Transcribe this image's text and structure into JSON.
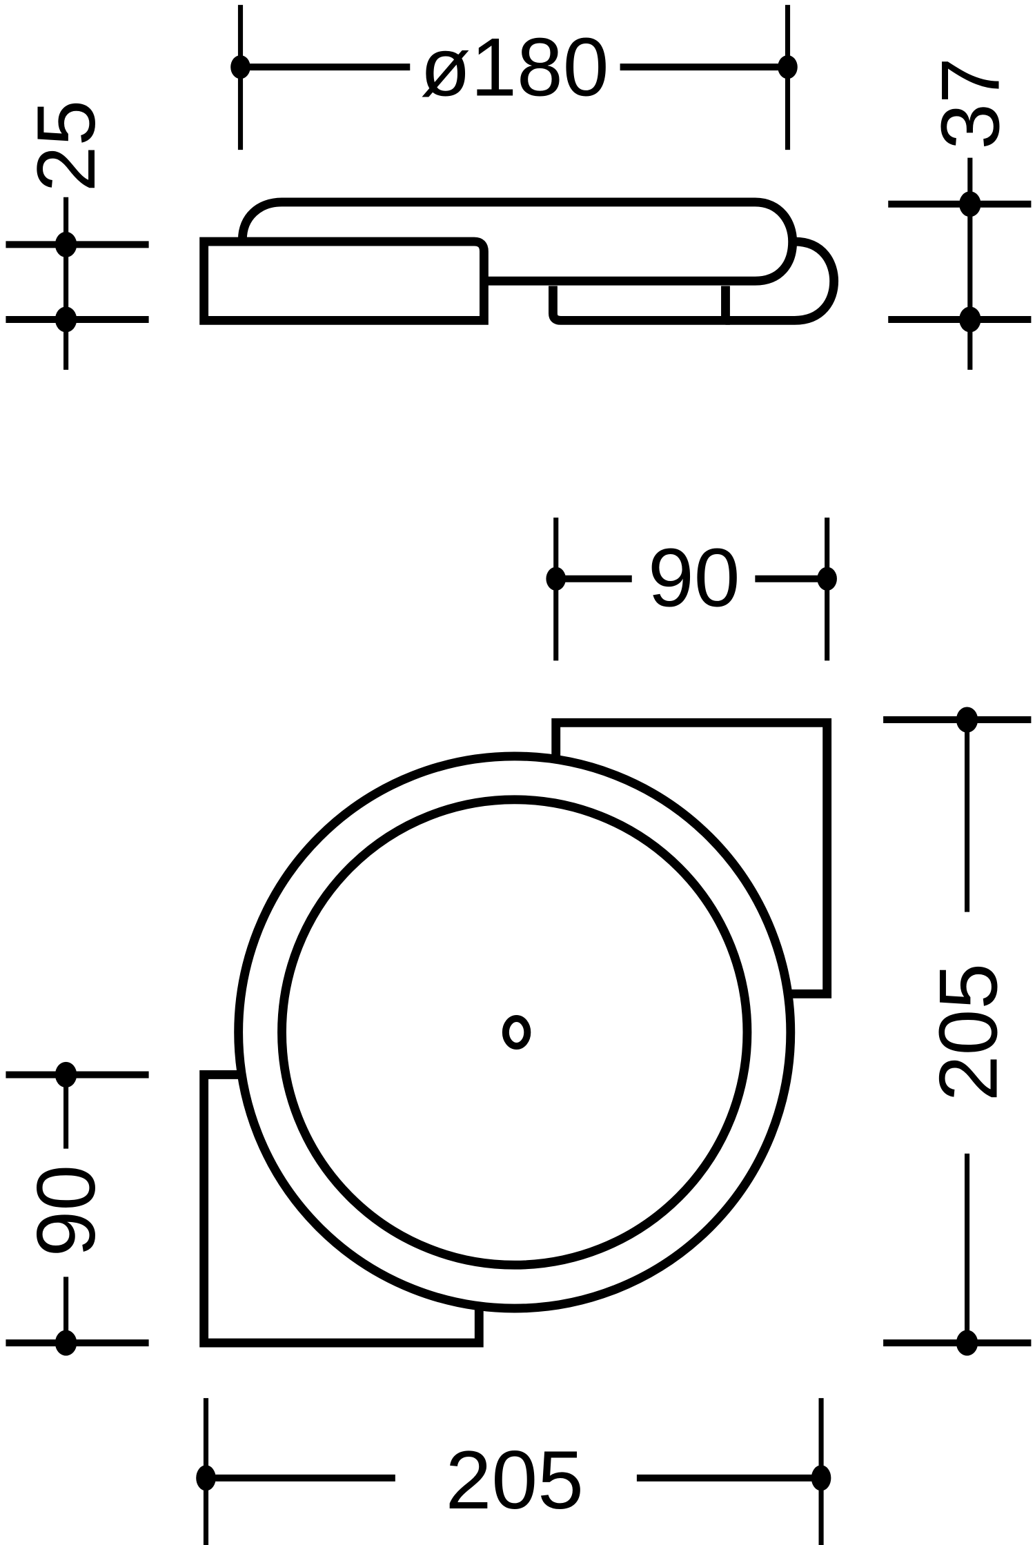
{
  "drawing": {
    "colors": {
      "line": "#000000",
      "background": "#ffffff"
    },
    "side_view": {
      "dimensions": {
        "diameter": "ø180",
        "left_height": "25",
        "right_height": "37"
      }
    },
    "plan_view": {
      "dimensions": {
        "top_bracket_width": "90",
        "right_total_height": "205",
        "left_bracket_height": "90",
        "bottom_total_width": "205"
      }
    }
  }
}
